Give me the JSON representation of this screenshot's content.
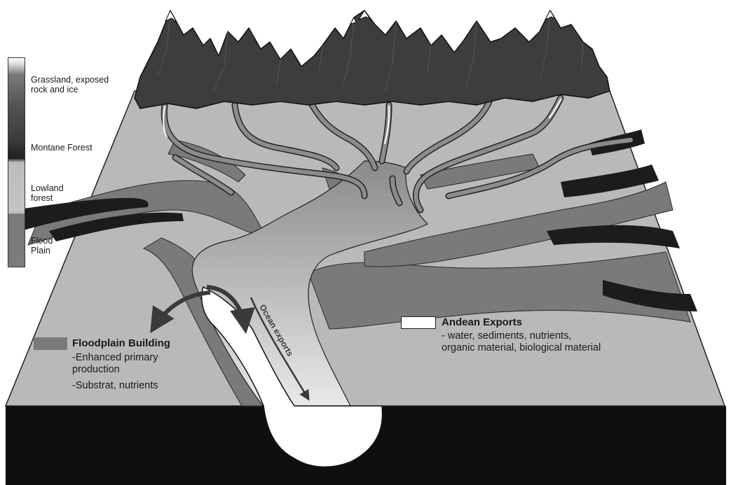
{
  "legend": {
    "items": [
      {
        "label": "Grassland, exposed\nrock and ice"
      },
      {
        "label": "Montane Forest"
      },
      {
        "label": "Lowland\nforest"
      },
      {
        "label": "Flood\nPlain"
      }
    ]
  },
  "floodplain_box": {
    "title": "Floodplain Building",
    "lines": [
      "-Enhanced primary\n production",
      "-Substrat, nutrients"
    ]
  },
  "andean_box": {
    "title": "Andean Exports",
    "lines": [
      "- water, sediments, nutrients,\norganic material, biological material"
    ]
  },
  "river_label": "Ocean exports",
  "colors": {
    "mountains": "#3d3d3d",
    "montane_forest": "#1e1e1e",
    "lowland_forest": "#bdbdbd",
    "flood_plain": "#7a7a7a",
    "river": "#ffffff",
    "ground_block": "#0f0f0f"
  }
}
